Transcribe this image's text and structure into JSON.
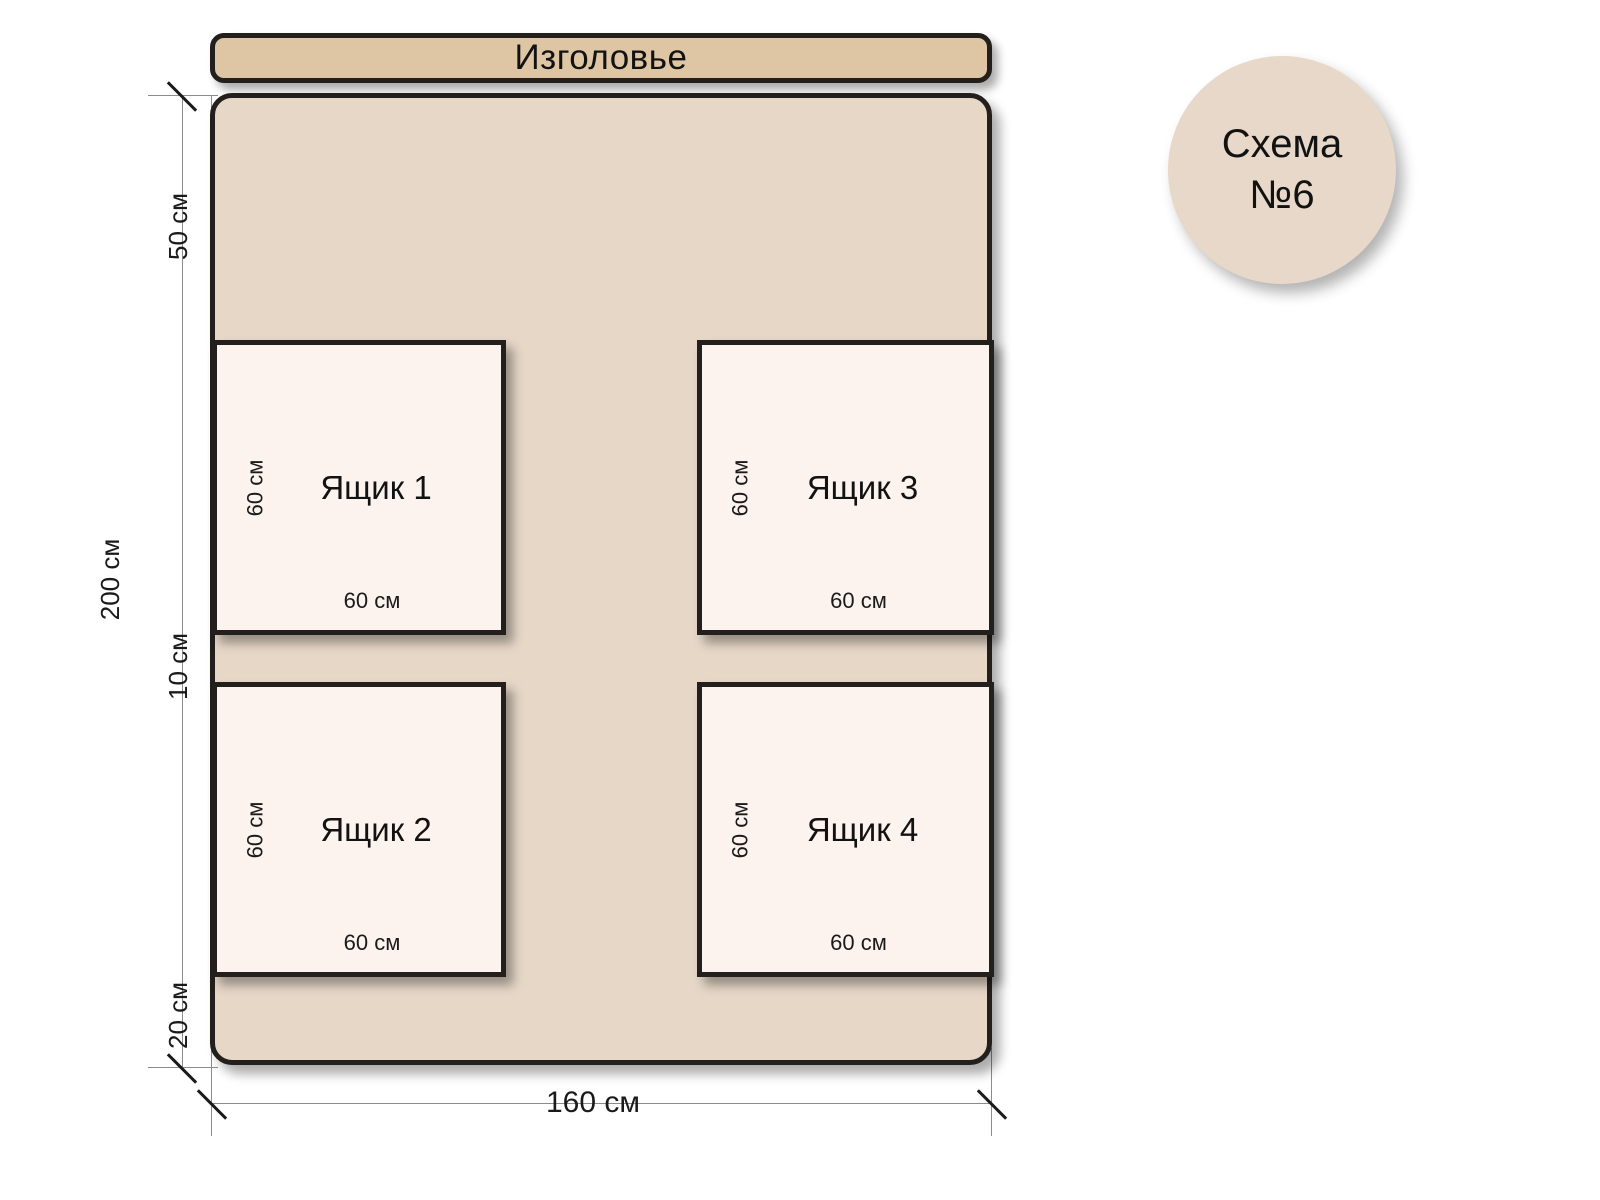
{
  "badge": {
    "line1": "Схема",
    "line2": "№6"
  },
  "headboard": {
    "label": "Изголовье"
  },
  "bed": {
    "overall_height_label": "200 см",
    "overall_width_label": "160 см",
    "top_margin_label": "50 см",
    "middle_gap_label": "10 см",
    "bottom_margin_label": "20 см",
    "row_height_label_top": "60 см",
    "row_height_label_bottom": "60 см"
  },
  "drawers": [
    {
      "title": "Ящик 1",
      "width_label": "60 см",
      "height_label": "60 см"
    },
    {
      "title": "Ящик 2",
      "width_label": "60 см",
      "height_label": "60 см"
    },
    {
      "title": "Ящик 3",
      "width_label": "60 см",
      "height_label": "60 см"
    },
    {
      "title": "Ящик 4",
      "width_label": "60 см",
      "height_label": "60 см"
    }
  ],
  "colors": {
    "headboard_fill": "#DEC6A5",
    "bed_fill": "#E6D7C7",
    "drawer_fill": "#FCF3EE",
    "badge_fill": "#E7D8C9",
    "outline": "#231f1c",
    "dimension_line": "#8b8b8b",
    "background": "#ffffff"
  }
}
